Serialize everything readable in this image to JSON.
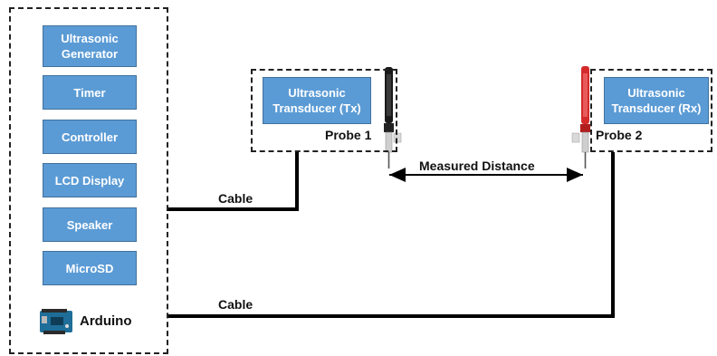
{
  "arduino_box": {
    "modules": [
      {
        "label": "Ultrasonic Generator"
      },
      {
        "label": "Timer"
      },
      {
        "label": "Controller"
      },
      {
        "label": "LCD Display"
      },
      {
        "label": "Speaker"
      },
      {
        "label": "MicroSD"
      }
    ],
    "board_label": "Arduino"
  },
  "tx": {
    "transducer_label": "Ultrasonic Transducer (Tx)",
    "probe_label": "Probe 1",
    "probe_color": "#1a1a1a"
  },
  "rx": {
    "transducer_label": "Ultrasonic Transducer (Rx)",
    "probe_label": "Probe 2",
    "probe_color": "#d42a2a"
  },
  "distance_label": "Measured Distance",
  "cables": [
    {
      "label": "Cable"
    },
    {
      "label": "Cable"
    }
  ],
  "colors": {
    "module_fill": "#5b9bd5",
    "cable": "#000000"
  }
}
